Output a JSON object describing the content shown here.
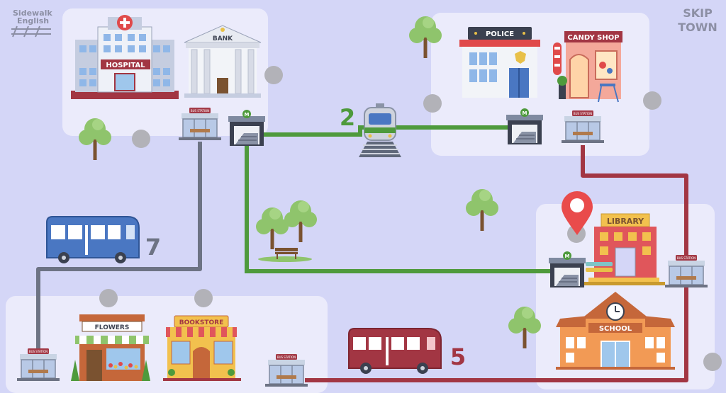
{
  "brand": {
    "line1": "Sidewalk",
    "line2": "English"
  },
  "town": {
    "line1": "SKIP",
    "line2": "TOWN"
  },
  "buildings": {
    "hospital": "HOSPITAL",
    "bank": "BANK",
    "police": "POLICE",
    "candy_shop": "CANDY SHOP",
    "library": "LIBRARY",
    "school": "SCHOOL",
    "flowers": "FLOWERS",
    "bookstore": "BOOKSTORE"
  },
  "bus_station_label": "BUS STATION",
  "metro_label": "M",
  "routes": {
    "train": {
      "number": "2",
      "color": "#4e9a3c"
    },
    "bus_gray": {
      "number": "7",
      "color": "#6d7384"
    },
    "bus_red": {
      "number": "5",
      "color": "#a23643"
    }
  },
  "colors": {
    "background": "#d4d6f7",
    "block": "#ebebfb",
    "stop_dot": "#b2b2b8",
    "pin": "#e94b4b"
  }
}
